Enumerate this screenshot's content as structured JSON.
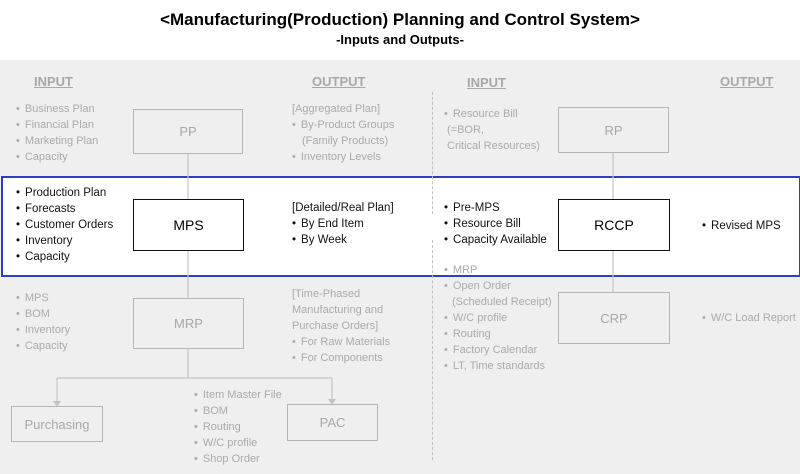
{
  "title": "<Manufacturing(Production) Planning and Control System>",
  "subtitle": "-Inputs and Outputs-",
  "headers": {
    "input_left": "INPUT",
    "output_left": "OUTPUT",
    "input_right": "INPUT",
    "output_right": "OUTPUT"
  },
  "pp": {
    "box": "PP",
    "inputs": [
      "Business Plan",
      "Financial Plan",
      "Marketing Plan",
      "Capacity"
    ],
    "output_title": "[Aggregated Plan]",
    "outputs": [
      "By-Product Groups",
      "Inventory Levels"
    ],
    "output_note": "(Family Products)"
  },
  "rp": {
    "box": "RP",
    "inputs": [
      "Resource Bill"
    ],
    "input_notes": [
      "(=BOR,",
      "Critical Resources)"
    ]
  },
  "mps": {
    "box": "MPS",
    "inputs": [
      "Production Plan",
      "Forecasts",
      "Customer Orders",
      "Inventory",
      "Capacity"
    ],
    "output_title": "[Detailed/Real Plan]",
    "outputs": [
      "By End Item",
      "By Week"
    ]
  },
  "rccp": {
    "box": "RCCP",
    "inputs": [
      "Pre-MPS",
      "Resource Bill",
      "Capacity Available"
    ],
    "outputs": [
      "Revised MPS"
    ]
  },
  "mrp": {
    "box": "MRP",
    "inputs": [
      "MPS",
      "BOM",
      "Inventory",
      "Capacity"
    ],
    "output_title": "[Time-Phased",
    "output_title_lines": [
      "Manufacturing and",
      "Purchase Orders]"
    ],
    "outputs": [
      "For Raw Materials",
      "For Components"
    ]
  },
  "crp": {
    "box": "CRP",
    "inputs": [
      "MRP",
      "Open Order"
    ],
    "input_note": "(Scheduled Receipt)",
    "inputs_more": [
      "W/C profile",
      "Routing",
      "Factory Calendar",
      "LT, Time standards"
    ],
    "outputs": [
      "W/C Load Report"
    ]
  },
  "purchasing": {
    "box": "Purchasing"
  },
  "pac": {
    "box": "PAC",
    "inputs": [
      "Item Master File",
      "BOM",
      "Routing",
      "W/C profile",
      "Shop Order"
    ]
  }
}
